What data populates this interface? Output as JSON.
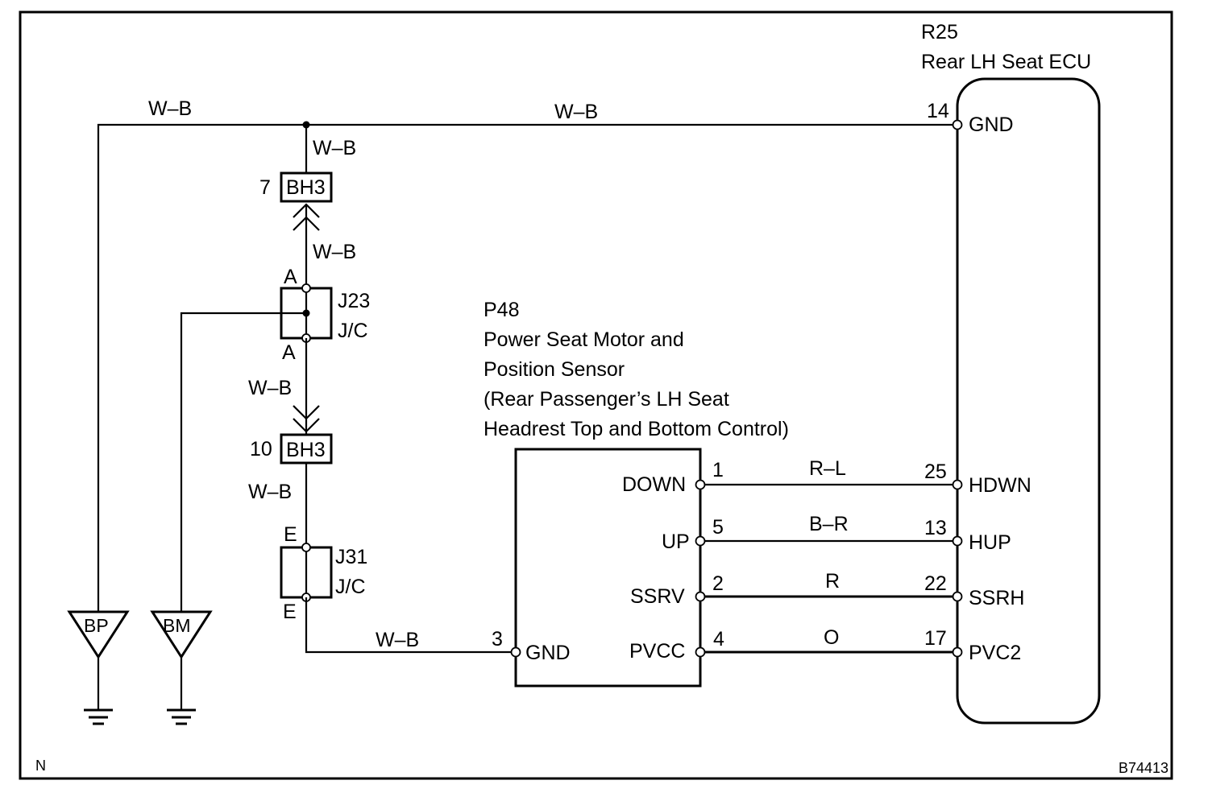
{
  "frame": {
    "corner_label": "N",
    "figure_code": "B74413"
  },
  "ecu": {
    "code": "R25",
    "name": "Rear LH Seat ECU",
    "pins": [
      {
        "num": "14",
        "name": "GND"
      },
      {
        "num": "25",
        "name": "HDWN"
      },
      {
        "num": "13",
        "name": "HUP"
      },
      {
        "num": "22",
        "name": "SSRH"
      },
      {
        "num": "17",
        "name": "PVC2"
      }
    ]
  },
  "motor": {
    "code": "P48",
    "name_lines": [
      "Power Seat Motor and",
      "Position Sensor",
      "(Rear Passenger’s LH Seat",
      "Headrest Top and Bottom Control)"
    ],
    "pins": [
      {
        "num": "1",
        "name": "DOWN"
      },
      {
        "num": "5",
        "name": "UP"
      },
      {
        "num": "2",
        "name": "SSRV"
      },
      {
        "num": "4",
        "name": "PVCC"
      },
      {
        "num": "3",
        "name": "GND"
      }
    ]
  },
  "signal_wires": [
    {
      "color": "R–L"
    },
    {
      "color": "B–R"
    },
    {
      "color": "R"
    },
    {
      "color": "O"
    }
  ],
  "ground_wires": {
    "left_top": "W–B",
    "top_main": "W–B",
    "drop_1": "W–B",
    "drop_2": "W–B",
    "drop_3": "W–B",
    "drop_4": "W–B",
    "bottom_to_gnd": "W–B"
  },
  "connectors": [
    {
      "name": "BH3",
      "pin": "7"
    },
    {
      "name": "BH3",
      "pin": "10"
    }
  ],
  "junctions": [
    {
      "name": "J23",
      "type": "J/C",
      "pin_top": "A",
      "pin_bottom": "A"
    },
    {
      "name": "J31",
      "type": "J/C",
      "pin_top": "E",
      "pin_bottom": "E"
    }
  ],
  "grounds": [
    {
      "name": "BP"
    },
    {
      "name": "BM"
    }
  ]
}
